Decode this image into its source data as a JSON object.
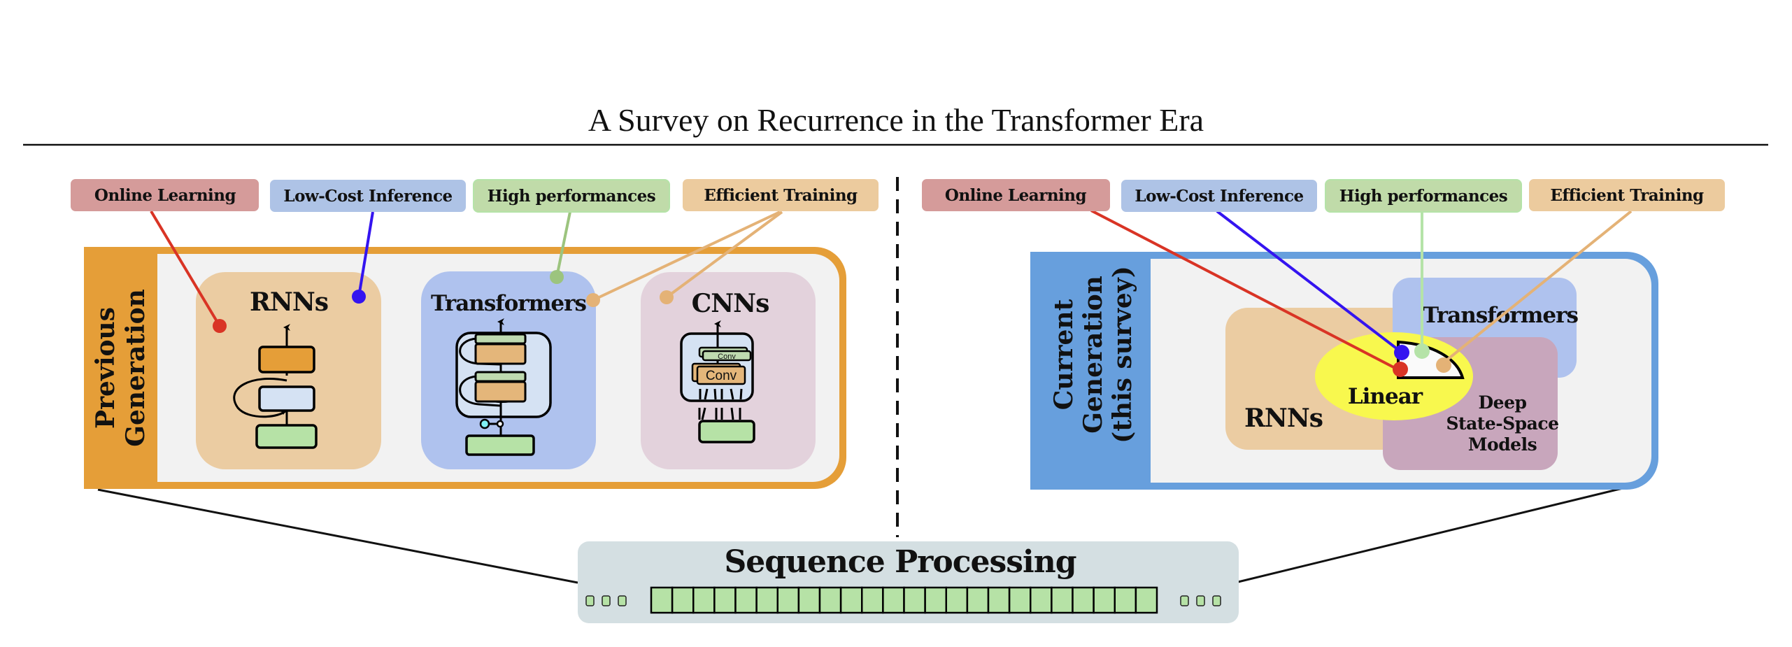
{
  "title": "A Survey on Recurrence in the Transformer Era",
  "colors": {
    "online_learning": "#d59b9a",
    "low_cost_inference": "#aec3e6",
    "high_performances": "#c0dba9",
    "efficient_training": "#eccb9e",
    "connector_red": "#d93425",
    "connector_blue": "#3414f0",
    "connector_green_left": "#9cc47e",
    "connector_green_right": "#b5e3a8",
    "connector_tan": "#e4b276",
    "previous_frame": "#e59e38",
    "current_frame": "#679fdd",
    "panel_bg": "#f2f2f2",
    "rnn_box": "#ebcca2",
    "transformer_box": "#afc2ee",
    "cnn_box": "#e3d2dc",
    "ssm_box": "#c8a6bc",
    "linear_ellipse": "#f8f84e",
    "sequence_bg": "#d4dfe2",
    "token_fill": "#b6e2a6"
  },
  "previous_generation": {
    "label_line1": "Previous",
    "label_line2": "Generation",
    "tags": [
      {
        "id": "online",
        "label": "Online Learning"
      },
      {
        "id": "inference",
        "label": "Low-Cost Inference"
      },
      {
        "id": "performance",
        "label": "High performances"
      },
      {
        "id": "training",
        "label": "Efficient Training"
      }
    ],
    "models": [
      {
        "id": "rnns",
        "label": "RNNs"
      },
      {
        "id": "transformers",
        "label": "Transformers"
      },
      {
        "id": "cnns",
        "label": "CNNs",
        "conv_small": "Conv",
        "conv_large": "Conv"
      }
    ]
  },
  "current_generation": {
    "label_line1": "Current",
    "label_line2": "Generation",
    "label_line3": "(this survey)",
    "tags": [
      {
        "id": "online",
        "label": "Online Learning"
      },
      {
        "id": "inference",
        "label": "Low-Cost Inference"
      },
      {
        "id": "performance",
        "label": "High performances"
      },
      {
        "id": "training",
        "label": "Efficient Training"
      }
    ],
    "models": {
      "rnns": "RNNs",
      "transformers": "Transformers",
      "linear": "Linear",
      "ssm_line1": "Deep",
      "ssm_line2": "State-Space",
      "ssm_line3": "Models"
    }
  },
  "sequence": {
    "title": "Sequence Processing",
    "token_count": 24,
    "ellipsis_dots_each_side": 3
  }
}
